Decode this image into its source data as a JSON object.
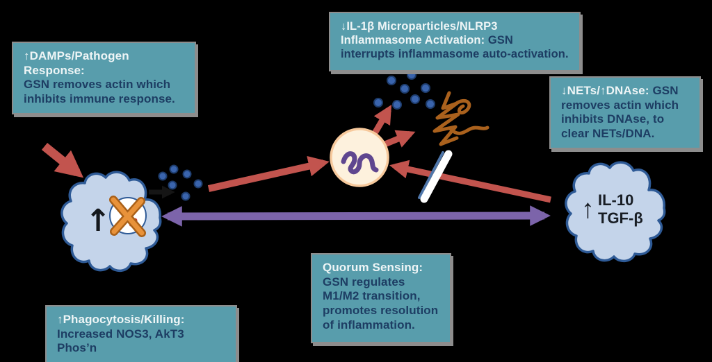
{
  "background_color": "#000000",
  "boxes": {
    "damps": {
      "highlight": "↑DAMPs/Pathogen Response:",
      "body": "GSN removes actin which inhibits immune response."
    },
    "il1b": {
      "highlight": "↓IL-1β Microparticles/NLRP3 Inflammasome Activation:",
      "body": "GSN interrupts inflammasome auto-activation."
    },
    "nets": {
      "highlight": "↓NETs/↑DNAse:",
      "body": "GSN removes actin which inhibits DNAse, to clear NETs/DNA."
    },
    "quorum": {
      "highlight": "Quorum Sensing:",
      "body": "GSN regulates M1/M2 transition, promotes resolution of inflammation."
    },
    "phago": {
      "highlight": "↑Phagocytosis/Killing:",
      "body": "Increased NOS3, AkT3 Phos’n"
    }
  },
  "cells": {
    "m1_macrophage": {
      "up_arrow": "↑"
    },
    "m2_macrophage": {
      "up_arrow": "↑",
      "cytokine1": "IL-10",
      "cytokine2": "TGF-β"
    }
  },
  "icons": {
    "microparticles": "blue-dot-cluster",
    "net_dna": "brown-dna-tangle",
    "killed_pathogen": "orange-x-over-bacteria",
    "inhibition": "white-slash",
    "actin_fragment": "purple-squiggle"
  },
  "colors": {
    "box_background": "#589dac",
    "box_border": "#8d8d8d",
    "highlight_text": "#eef5f6",
    "body_text": "#1d3d63",
    "arrow_red": "#c2544e",
    "arrow_purple": "#7c64aa",
    "arrow_black": "#151515",
    "cell_fill": "#c4d4ea",
    "cell_stroke": "#2e5a96",
    "vesicle_fill": "#fdf1dd",
    "vesicle_stroke": "#f7c99c",
    "microparticle_blue": "#3a64ad",
    "net_brown": "#aa611d",
    "x_orange": "#e8923a",
    "bacteria_red": "#c43b2f",
    "actin_purple": "#5f468f"
  }
}
